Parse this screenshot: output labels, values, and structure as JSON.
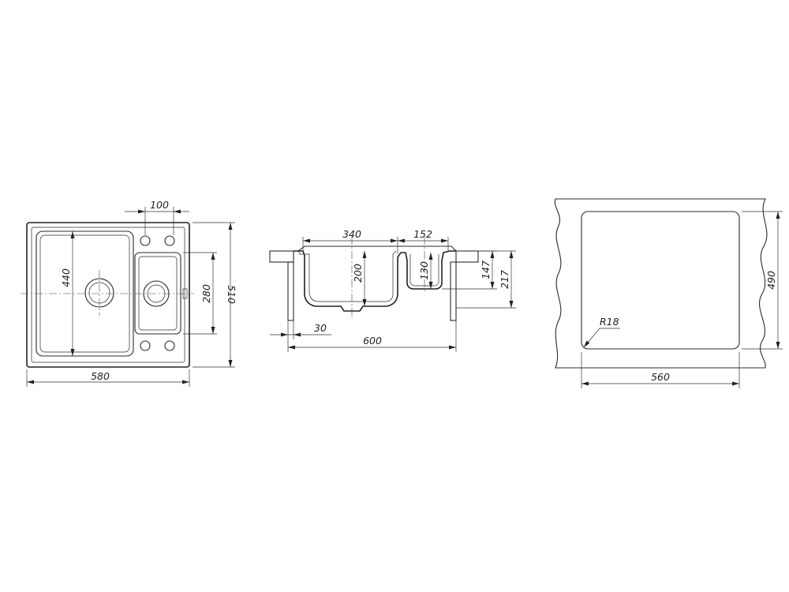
{
  "colors": {
    "line": "#2b2b2b",
    "background": "#ffffff"
  },
  "top_view": {
    "dims": {
      "bowl_width": "580",
      "height": "510",
      "main_bowl_depth": "440",
      "small_bowl_depth": "280",
      "offset": "100"
    }
  },
  "section_view": {
    "dims": {
      "main_bowl_width": "340",
      "small_bowl_width": "152",
      "main_bowl_depth": "200",
      "small_bowl_depth": "130",
      "depth_inner": "147",
      "depth_total": "217",
      "wall": "30",
      "cabinet_width": "600"
    }
  },
  "cutout_view": {
    "dims": {
      "width": "560",
      "height": "490",
      "radius": "R18"
    }
  }
}
